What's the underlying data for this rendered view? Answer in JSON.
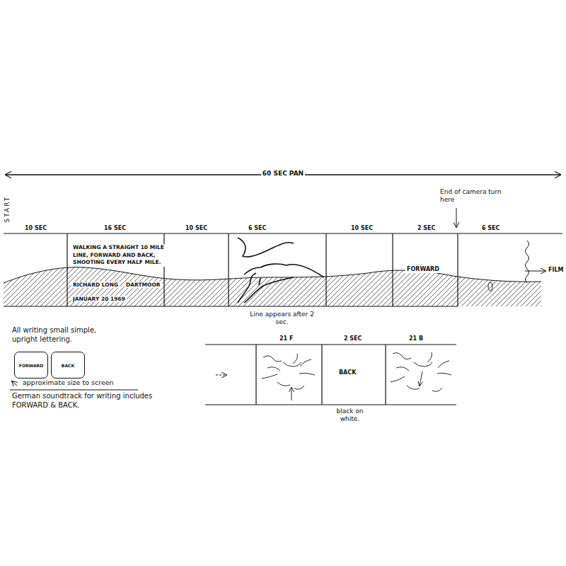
{
  "diagram": {
    "nodes": [
      {
        "text": [
          "10 SEC"
        ]
      },
      {
        "text": [
          "16 SEC",
          "WALKING A STRAIGHT 10 MILE LINE, FORWARD AND BACK, SHOOTING EVERY HALF MILE.",
          "RICHARD LONG",
          "DARTMOOR",
          "JANUARY 20 1969"
        ]
      },
      {
        "text": [
          "10 SEC"
        ]
      },
      {
        "text": [
          "6 SEC"
        ]
      },
      {
        "text": [
          "10 SEC"
        ]
      },
      {
        "text": [
          "2 SEC",
          "FORWARD"
        ]
      },
      {
        "text": [
          "6 SEC"
        ]
      },
      {
        "text": [
          "FORWARD"
        ]
      },
      {
        "text": [
          "BACK"
        ]
      },
      {
        "text": [
          "21 F"
        ]
      },
      {
        "text": [
          "2 SEC",
          "BACK"
        ]
      },
      {
        "text": [
          "21 B"
        ]
      }
    ],
    "labels": [
      "60 SEC PAN",
      "START",
      "End of camera turn here",
      "FILM",
      "Line appears after 2 sec.",
      "All writing small simple, upright lettering.",
      "approximate size to screen",
      "German soundtrack for writing includes FORWARD & BACK.",
      "black on white."
    ]
  }
}
